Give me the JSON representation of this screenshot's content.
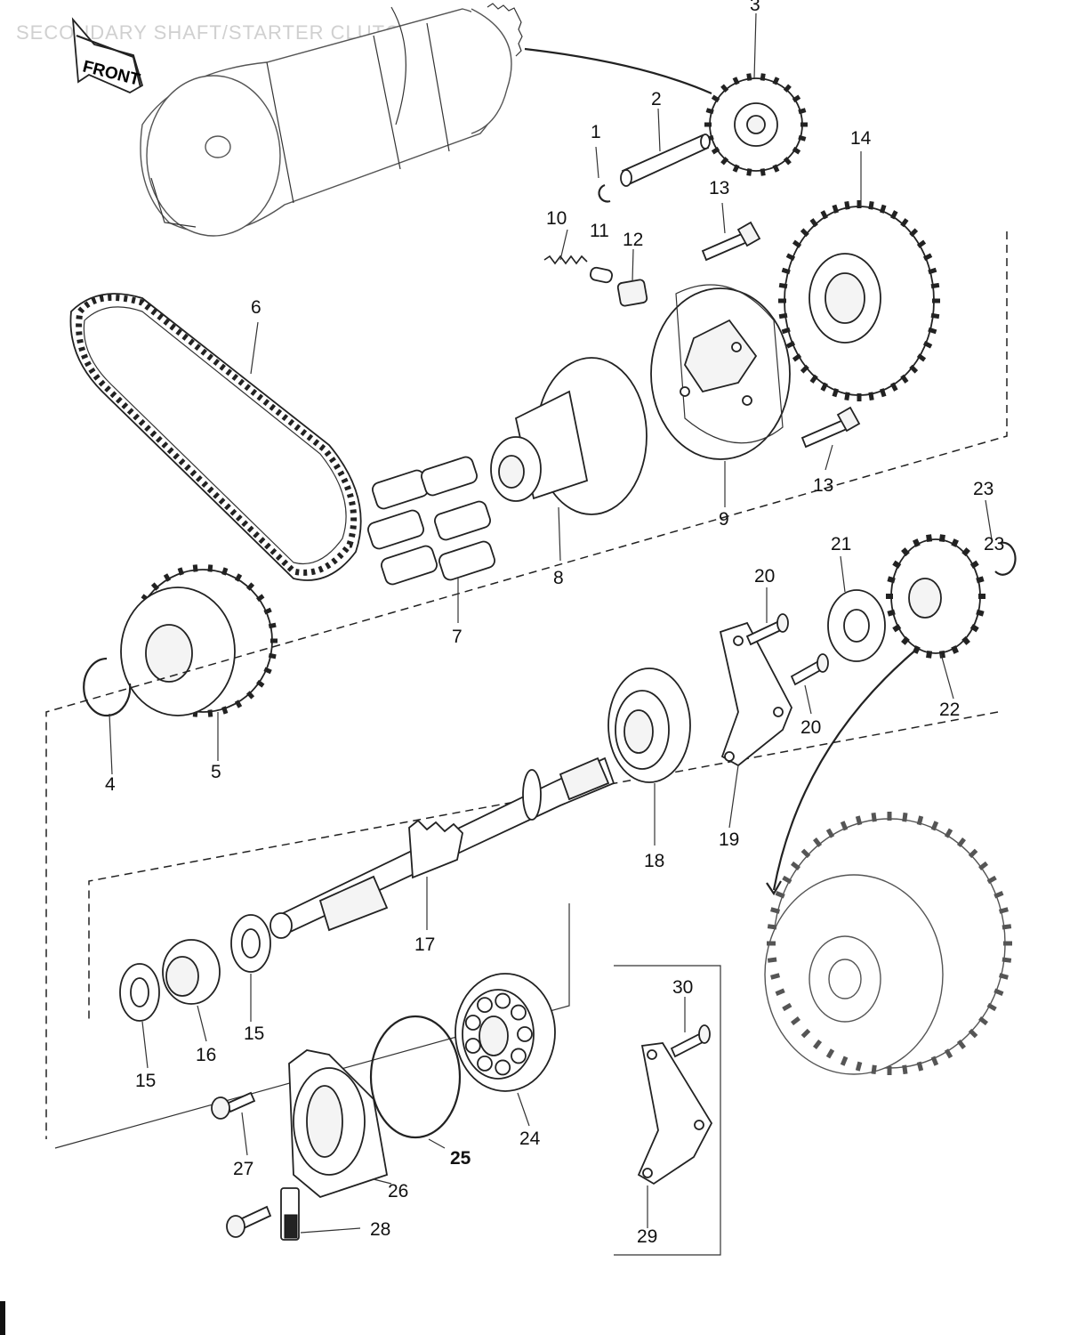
{
  "title": "SECONDARY SHAFT/STARTER CLUTCH",
  "front_marker": "FRONT",
  "callouts": {
    "c1": "1",
    "c2": "2",
    "c3": "3",
    "c4": "4",
    "c5": "5",
    "c6": "6",
    "c7": "7",
    "c8": "8",
    "c9": "9",
    "c10": "10",
    "c11": "11",
    "c12": "12",
    "c13a": "13",
    "c13b": "13",
    "c14": "14",
    "c15a": "15",
    "c15b": "15",
    "c16": "16",
    "c17": "17",
    "c18": "18",
    "c19": "19",
    "c20a": "20",
    "c20b": "20",
    "c21": "21",
    "c22": "22",
    "c23a": "23",
    "c23b": "23",
    "c24": "24",
    "c25": "25",
    "c26": "26",
    "c27": "27",
    "c28": "28",
    "c29": "29",
    "c30": "30"
  }
}
